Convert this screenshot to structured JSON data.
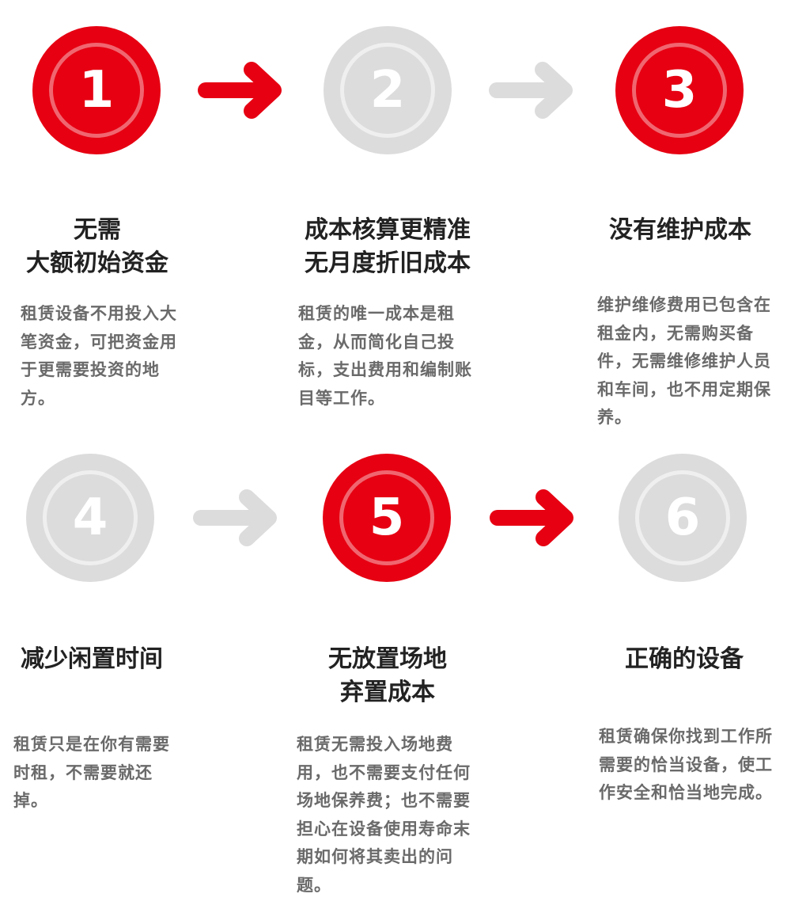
{
  "colors": {
    "active": "#e60012",
    "inactive": "#dcdcdc",
    "title": "#222222",
    "desc": "#6a6a6a"
  },
  "steps": [
    {
      "number": "1",
      "state": "active",
      "title_lines": [
        "无需",
        "大额初始资金"
      ],
      "description": "租赁设备不用投入大笔资金，可把资金用于更需要投资的地方。"
    },
    {
      "number": "2",
      "state": "inactive",
      "title_lines": [
        "成本核算更精准",
        "无月度折旧成本"
      ],
      "description": "租赁的唯一成本是租金，从而简化自己投标，支出费用和编制账目等工作。"
    },
    {
      "number": "3",
      "state": "active",
      "title_lines": [
        "没有维护成本"
      ],
      "description": "维护维修费用已包含在租金内，无需购买备件，无需维修维护人员和车间，也不用定期保养。"
    },
    {
      "number": "4",
      "state": "inactive",
      "title_lines": [
        "减少闲置时间"
      ],
      "description": "租赁只是在你有需要时租，不需要就还掉。"
    },
    {
      "number": "5",
      "state": "active",
      "title_lines": [
        "无放置场地",
        "弃置成本"
      ],
      "description": "租赁无需投入场地费用，也不需要支付任何场地保养费；也不需要担心在设备使用寿命末期如何将其卖出的问题。"
    },
    {
      "number": "6",
      "state": "inactive",
      "title_lines": [
        "正确的设备"
      ],
      "description": "租赁确保你找到工作所需要的恰当设备，使工作安全和恰当地完成。"
    }
  ],
  "arrows": [
    {
      "from": "1",
      "to": "2",
      "state": "active"
    },
    {
      "from": "2",
      "to": "3",
      "state": "inactive"
    },
    {
      "from": "4",
      "to": "5",
      "state": "inactive"
    },
    {
      "from": "5",
      "to": "6",
      "state": "active"
    }
  ]
}
